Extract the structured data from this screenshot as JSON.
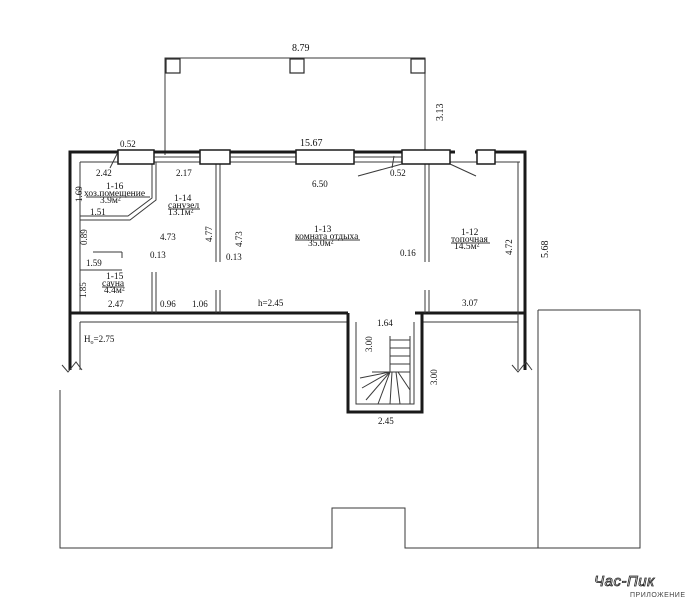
{
  "dimensions": {
    "top_width": "8.79",
    "top_depth": "3.13",
    "main_width": "15.67",
    "right_height": "5.68",
    "d_2_42": "2.42",
    "d_0_52_left": "0.52",
    "d_2_17": "2.17",
    "d_6_50": "6.50",
    "d_0_52_right": "0.52",
    "d_1_69": "1.69",
    "d_1_51": "1.51",
    "d_0_89": "0.89",
    "d_4_73_a": "4.73",
    "d_4_77": "4.77",
    "d_4_73_b": "4.73",
    "d_4_72": "4.72",
    "d_1_59": "1.59",
    "d_0_13_a": "0.13",
    "d_0_13_b": "0.13",
    "d_0_16": "0.16",
    "d_1_85": "1.85",
    "d_2_47": "2.47",
    "d_0_96": "0.96",
    "d_1_06": "1.06",
    "d_h": "h=2.45",
    "d_3_07": "3.07",
    "d_1_64": "1.64",
    "d_3_00_a": "3.00",
    "d_3_00_b": "3.00",
    "d_2_45": "2.45",
    "ho": "H",
    "ho_sub": "o",
    "ho_val": "=2.75"
  },
  "rooms": [
    {
      "id": "1-16",
      "name": "хоз.помещение",
      "area": "3.9м²"
    },
    {
      "id": "1-14",
      "name": "санузел",
      "area": "13.1м²"
    },
    {
      "id": "1-13",
      "name": "комната отдыха",
      "area": "35.0м²"
    },
    {
      "id": "1-12",
      "name": "топочная",
      "area": "14.5м²"
    },
    {
      "id": "1-15",
      "name": "сауна",
      "area": "4.4м²"
    }
  ],
  "watermark": {
    "brand": "Час-Пик",
    "sub": "ПРИЛОЖЕНИЕ"
  }
}
